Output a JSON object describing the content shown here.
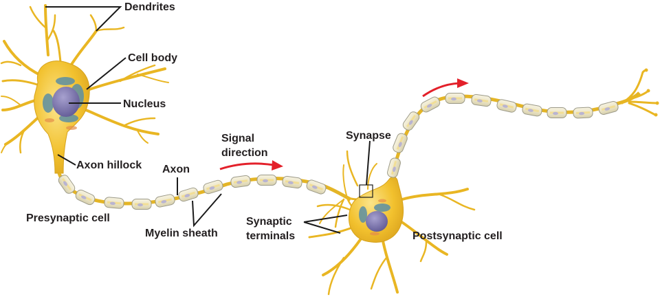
{
  "title": "Neuron structure and signal transmission",
  "colors": {
    "cytoplasm": "#f2c12e",
    "cytoplasm_light": "#f9dd6f",
    "dendrite": "#e9b623",
    "dendrite_edge": "#c8951a",
    "myelin": "#ece6cc",
    "myelin_edge": "#9c9a88",
    "nucleus": "#7e78b0",
    "organelle": "#5c8fa4",
    "arrow": "#e3202a",
    "leader": "#1a1a1a",
    "text": "#231f20"
  },
  "labels": {
    "dendrites": "Dendrites",
    "cell_body": "Cell body",
    "nucleus": "Nucleus",
    "axon_hillock": "Axon hillock",
    "axon": "Axon",
    "presynaptic_cell": "Presynaptic cell",
    "myelin_sheath": "Myelin sheath",
    "signal_direction_line1": "Signal",
    "signal_direction_line2": "direction",
    "synapse": "Synapse",
    "synaptic_terminals_line1": "Synaptic",
    "synaptic_terminals_line2": "terminals",
    "postsynaptic_cell": "Postsynaptic cell"
  }
}
